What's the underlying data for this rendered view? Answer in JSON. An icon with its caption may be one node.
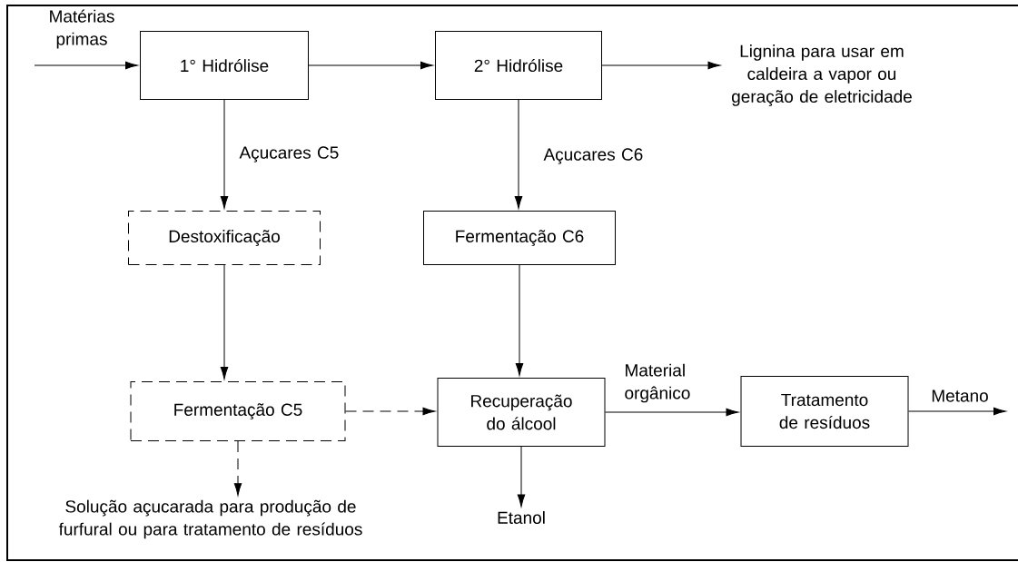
{
  "diagram": {
    "nodes": [
      {
        "text": [
          "1° Hidrólise"
        ]
      },
      {
        "text": [
          "2° Hidrólise"
        ]
      },
      {
        "text": [
          "Lignina para usar em caldeira a vapor ou geração de eletricidade"
        ]
      },
      {
        "text": [
          "Destoxificação"
        ]
      },
      {
        "text": [
          "Fermentação C6"
        ]
      },
      {
        "text": [
          "Fermentação C5"
        ]
      },
      {
        "text": [
          "Solução açucarada para produção de furfural ou para tratamento de resíduos"
        ]
      },
      {
        "text": [
          "Recuperação do álcool"
        ]
      },
      {
        "text": [
          "Etanol"
        ]
      },
      {
        "text": [
          "Tratamento de resíduos"
        ]
      }
    ],
    "edges": [
      {
        "from": null,
        "to": 0,
        "arrow": "to",
        "label": "Matérias primas"
      },
      {
        "from": 0,
        "to": 1,
        "arrow": "to"
      },
      {
        "from": 1,
        "to": 2,
        "arrow": "to"
      },
      {
        "from": 0,
        "to": 3,
        "arrow": "to",
        "label": "Açucares C5"
      },
      {
        "from": 1,
        "to": 4,
        "arrow": "to",
        "label": "Açucares C6"
      },
      {
        "from": 3,
        "to": 5,
        "arrow": "to"
      },
      {
        "from": 4,
        "to": 7,
        "arrow": "to"
      },
      {
        "from": 5,
        "to": 7,
        "arrow": "to",
        "style": "dashed"
      },
      {
        "from": 5,
        "to": 6,
        "arrow": "to",
        "style": "dashed"
      },
      {
        "from": 7,
        "to": 8,
        "arrow": "to"
      },
      {
        "from": 7,
        "to": 9,
        "arrow": "to",
        "label": "Material orgânico"
      },
      {
        "from": 9,
        "to": null,
        "arrow": "to",
        "label": "Metano"
      }
    ]
  }
}
